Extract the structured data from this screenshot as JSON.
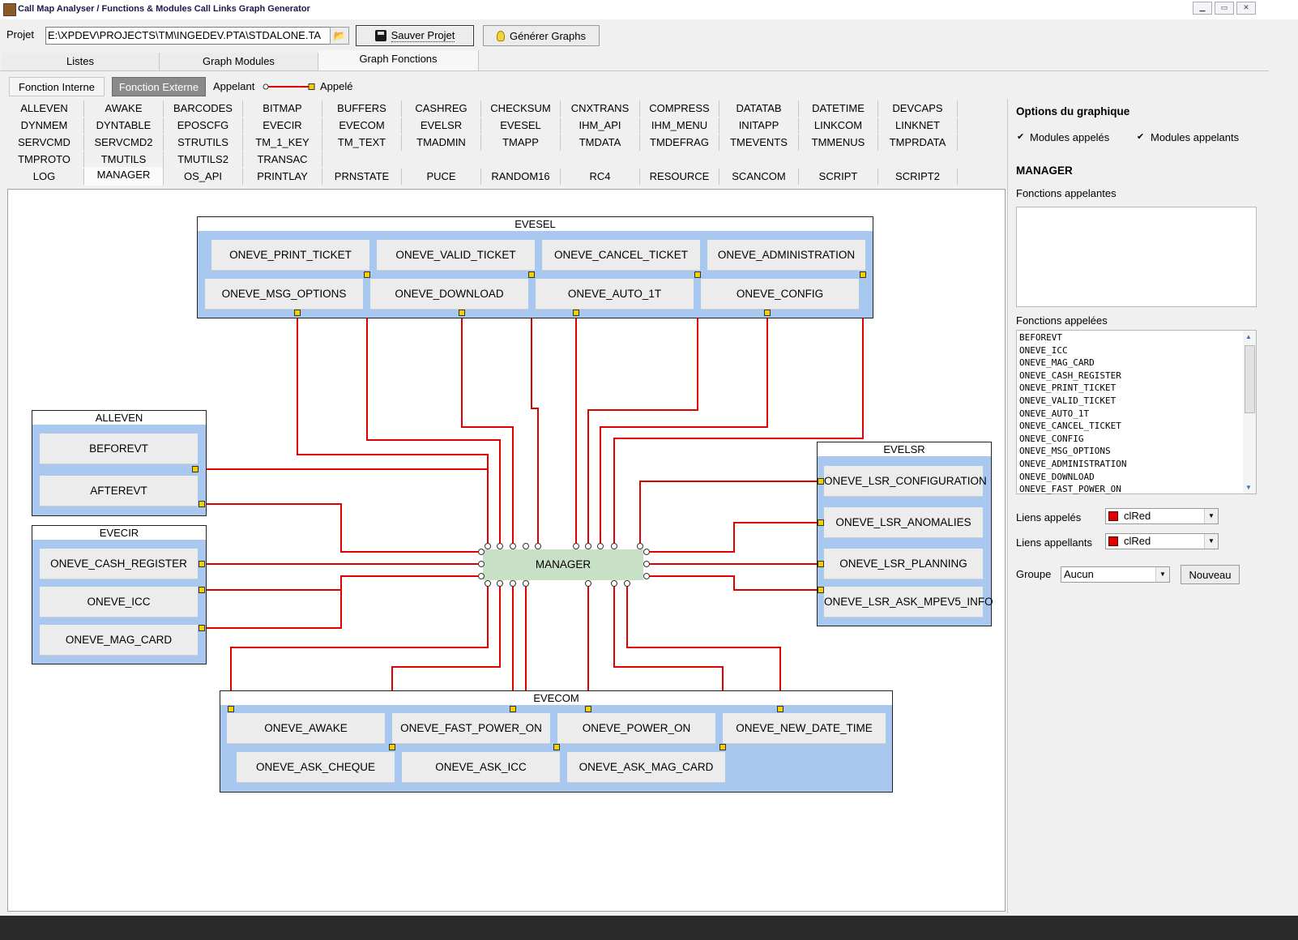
{
  "window": {
    "title": "Call Map Analyser / Functions & Modules Call Links Graph Generator",
    "controls": [
      "minimize",
      "maximize",
      "close"
    ]
  },
  "toolbar": {
    "project_label": "Projet",
    "project_path": "E:\\XPDEV\\PROJECTS\\TM\\INGEDEV.PTA\\STDALONE.TA",
    "save_label": "Sauver Projet",
    "generate_label": "Générer Graphs"
  },
  "main_tabs": [
    "Listes",
    "Graph Modules",
    "Graph Fonctions"
  ],
  "active_main_tab": "Graph Fonctions",
  "sub_tabs": [
    "Fonction Interne",
    "Fonction Externe"
  ],
  "active_sub_tab": "Fonction Externe",
  "legend": {
    "caller": "Appelant",
    "callee": "Appelé"
  },
  "module_tabs": [
    [
      "ALLEVEN",
      "AWAKE",
      "BARCODES",
      "BITMAP",
      "BUFFERS",
      "CASHREG",
      "CHECKSUM",
      "CNXTRANS",
      "COMPRESS",
      "DATATAB",
      "DATETIME",
      "DEVCAPS"
    ],
    [
      "DYNMEM",
      "DYNTABLE",
      "EPOSCFG",
      "EVECIR",
      "EVECOM",
      "EVELSR",
      "EVESEL",
      "IHM_API",
      "IHM_MENU",
      "INITAPP",
      "LINKCOM",
      "LINKNET"
    ],
    [
      "SERVCMD",
      "SERVCMD2",
      "STRUTILS",
      "TM_1_KEY",
      "TM_TEXT",
      "TMADMIN",
      "TMAPP",
      "TMDATA",
      "TMDEFRAG",
      "TMEVENTS",
      "TMMENUS",
      "TMPRDATA"
    ],
    [
      "TMPROTO",
      "TMUTILS",
      "TMUTILS2",
      "TRANSAC"
    ],
    [
      "LOG",
      "MANAGER",
      "OS_API",
      "PRINTLAY",
      "PRNSTATE",
      "PUCE",
      "RANDOM16",
      "RC4",
      "RESOURCE",
      "SCANCOM",
      "SCRIPT",
      "SCRIPT2"
    ]
  ],
  "active_module_tab": "MANAGER",
  "graph": {
    "center": "MANAGER",
    "modules": {
      "evesel": {
        "title": "EVESEL",
        "functions": [
          "ONEVE_PRINT_TICKET",
          "ONEVE_VALID_TICKET",
          "ONEVE_CANCEL_TICKET",
          "ONEVE_ADMINISTRATION",
          "ONEVE_MSG_OPTIONS",
          "ONEVE_DOWNLOAD",
          "ONEVE_AUTO_1T",
          "ONEVE_CONFIG"
        ]
      },
      "alleven": {
        "title": "ALLEVEN",
        "functions": [
          "BEFOREVT",
          "AFTEREVT"
        ]
      },
      "evecir": {
        "title": "EVECIR",
        "functions": [
          "ONEVE_CASH_REGISTER",
          "ONEVE_ICC",
          "ONEVE_MAG_CARD"
        ]
      },
      "evelsr": {
        "title": "EVELSR",
        "functions": [
          "ONEVE_LSR_CONFIGURATION",
          "ONEVE_LSR_ANOMALIES",
          "ONEVE_LSR_PLANNING",
          "ONEVE_LSR_ASK_MPEV5_INFO"
        ]
      },
      "evecom": {
        "title": "EVECOM",
        "functions": [
          "ONEVE_AWAKE",
          "ONEVE_FAST_POWER_ON",
          "ONEVE_POWER_ON",
          "ONEVE_NEW_DATE_TIME",
          "ONEVE_ASK_CHEQUE",
          "ONEVE_ASK_ICC",
          "ONEVE_ASK_MAG_CARD"
        ]
      }
    }
  },
  "options": {
    "title": "Options du graphique",
    "called_modules": "Modules appelés",
    "calling_modules": "Modules appelants",
    "selected_module": "MANAGER",
    "calling_functions_label": "Fonctions appelantes",
    "called_functions_label": "Fonctions appelées",
    "called_functions": [
      "BEFOREVT",
      "ONEVE_ICC",
      "ONEVE_MAG_CARD",
      "ONEVE_CASH_REGISTER",
      "ONEVE_PRINT_TICKET",
      "ONEVE_VALID_TICKET",
      "ONEVE_AUTO_1T",
      "ONEVE_CANCEL_TICKET",
      "ONEVE_CONFIG",
      "ONEVE_MSG_OPTIONS",
      "ONEVE_ADMINISTRATION",
      "ONEVE_DOWNLOAD",
      "ONEVE_FAST_POWER_ON"
    ],
    "called_links_label": "Liens appelés",
    "called_links_color": "clRed",
    "calling_links_label": "Liens appellants",
    "calling_links_color": "clRed",
    "group_label": "Groupe",
    "group_value": "Aucun",
    "new_button": "Nouveau"
  },
  "colors": {
    "link": "#e00000",
    "module_body": "#a9c8ef",
    "center_node": "#c8e0c6",
    "active_subtab": "#8a8a8a"
  }
}
